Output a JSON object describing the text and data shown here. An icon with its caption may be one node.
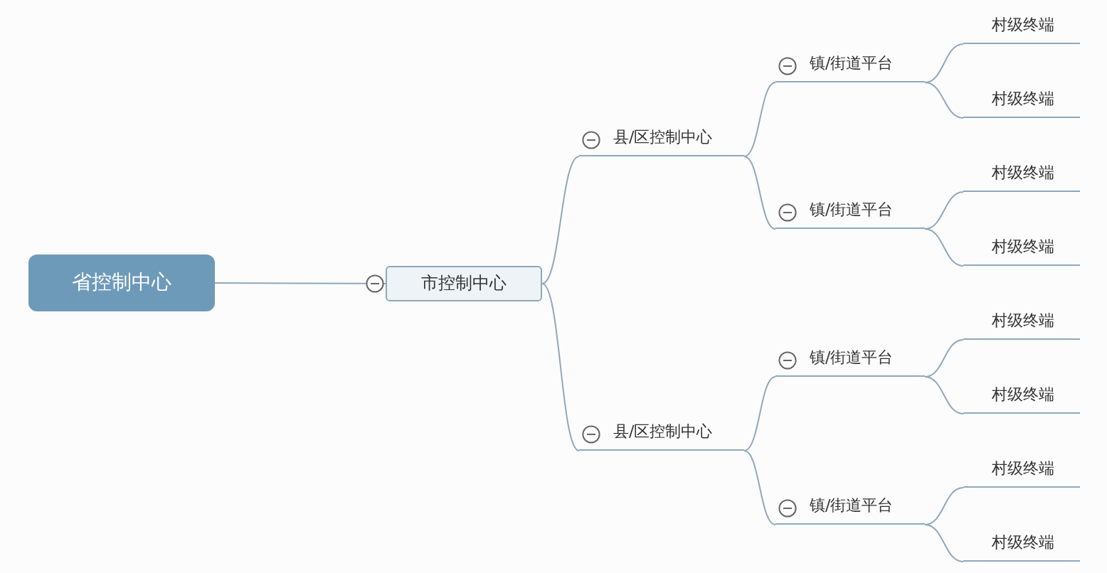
{
  "diagram": {
    "nodes": [
      {
        "text": [
          "省控制中心"
        ]
      },
      {
        "text": [
          "市控制中心"
        ]
      },
      {
        "text": [
          "县/区控制中心"
        ]
      },
      {
        "text": [
          "镇/街道平台"
        ]
      },
      {
        "text": [
          "村级终端"
        ]
      },
      {
        "text": [
          "村级终端"
        ]
      },
      {
        "text": [
          "镇/街道平台"
        ]
      },
      {
        "text": [
          "村级终端"
        ]
      },
      {
        "text": [
          "村级终端"
        ]
      },
      {
        "text": [
          "县/区控制中心"
        ]
      },
      {
        "text": [
          "镇/街道平台"
        ]
      },
      {
        "text": [
          "村级终端"
        ]
      },
      {
        "text": [
          "村级终端"
        ]
      },
      {
        "text": [
          "镇/街道平台"
        ]
      },
      {
        "text": [
          "村级终端"
        ]
      },
      {
        "text": [
          "村级终端"
        ]
      }
    ],
    "edges": [
      {
        "from": 0,
        "to": 1,
        "arrow": "none"
      },
      {
        "from": 1,
        "to": 2,
        "arrow": "none"
      },
      {
        "from": 2,
        "to": 3,
        "arrow": "none"
      },
      {
        "from": 3,
        "to": 4,
        "arrow": "none"
      },
      {
        "from": 3,
        "to": 5,
        "arrow": "none"
      },
      {
        "from": 2,
        "to": 6,
        "arrow": "none"
      },
      {
        "from": 6,
        "to": 7,
        "arrow": "none"
      },
      {
        "from": 6,
        "to": 8,
        "arrow": "none"
      },
      {
        "from": 1,
        "to": 9,
        "arrow": "none"
      },
      {
        "from": 9,
        "to": 10,
        "arrow": "none"
      },
      {
        "from": 10,
        "to": 11,
        "arrow": "none"
      },
      {
        "from": 10,
        "to": 12,
        "arrow": "none"
      },
      {
        "from": 9,
        "to": 13,
        "arrow": "none"
      },
      {
        "from": 13,
        "to": 14,
        "arrow": "none"
      },
      {
        "from": 13,
        "to": 15,
        "arrow": "none"
      }
    ]
  }
}
